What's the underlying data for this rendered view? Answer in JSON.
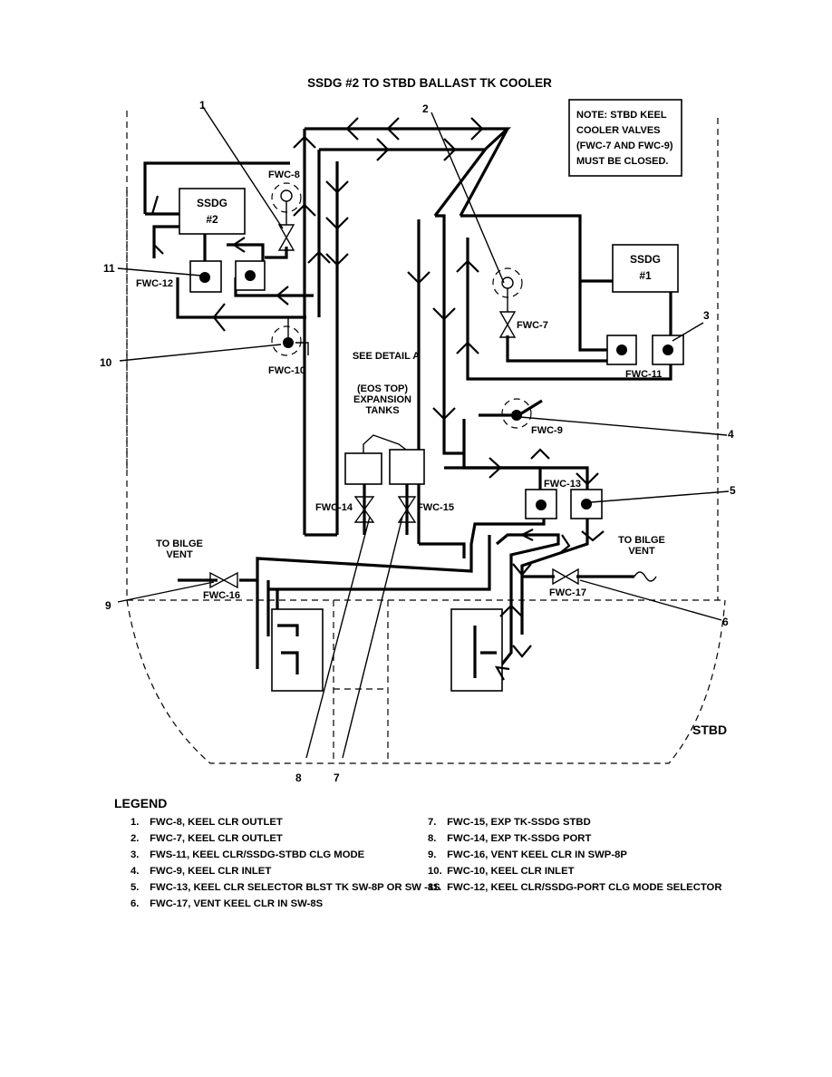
{
  "title": "SSDG #2 TO STBD BALLAST TK COOLER",
  "note": [
    "NOTE:  STBD KEEL",
    "COOLER VALVES",
    "(FWC-7 AND FWC-9)",
    "MUST BE CLOSED."
  ],
  "components": {
    "ssdg2": [
      "SSDG",
      "#2"
    ],
    "ssdg1": [
      "SSDG",
      "#1"
    ],
    "see_detail": "SEE DETAIL A",
    "expansion_tanks": [
      "(EOS TOP)",
      "EXPANSION",
      "TANKS"
    ],
    "to_bilge_vent_left": [
      "TO BILGE",
      "VENT"
    ],
    "to_bilge_vent_right": [
      "TO BILGE",
      "VENT"
    ],
    "stbd": "STBD"
  },
  "valve_labels": {
    "fwc8": "FWC-8",
    "fwc12": "FWC-12",
    "fwc10": "FWC-10",
    "fwc7": "FWC-7",
    "fwc11": "FWC-11",
    "fwc9": "FWC-9",
    "fwc13": "FWC-13",
    "fwc14": "FWC-14",
    "fwc15": "FWC-15",
    "fwc16": "FWC-16",
    "fwc17": "FWC-17"
  },
  "callouts": {
    "c1": "1",
    "c2": "2",
    "c3": "3",
    "c4": "4",
    "c5": "5",
    "c6": "6",
    "c7": "7",
    "c8": "8",
    "c9": "9",
    "c10": "10",
    "c11": "11"
  },
  "legend": {
    "title": "LEGEND",
    "left": [
      {
        "num": "1.",
        "text": "FWC-8, KEEL CLR OUTLET"
      },
      {
        "num": "2.",
        "text": "FWC-7, KEEL CLR OUTLET"
      },
      {
        "num": "3.",
        "text": "FWS-11, KEEL CLR/SSDG-STBD CLG MODE"
      },
      {
        "num": "4.",
        "text": "FWC-9, KEEL CLR INLET"
      },
      {
        "num": "5.",
        "text": "FWC-13, KEEL CLR SELECTOR BLST TK SW-8P OR SW -8S"
      },
      {
        "num": "6.",
        "text": "FWC-17, VENT KEEL CLR IN SW-8S"
      }
    ],
    "right": [
      {
        "num": "7.",
        "text": "FWC-15, EXP TK-SSDG STBD"
      },
      {
        "num": "8.",
        "text": "FWC-14, EXP TK-SSDG PORT"
      },
      {
        "num": "9.",
        "text": "FWC-16, VENT KEEL CLR IN SWP-8P"
      },
      {
        "num": "10.",
        "text": "FWC-10, KEEL CLR INLET"
      },
      {
        "num": "11.",
        "text": "FWC-12, KEEL CLR/SSDG-PORT CLG MODE SELECTOR"
      }
    ]
  }
}
